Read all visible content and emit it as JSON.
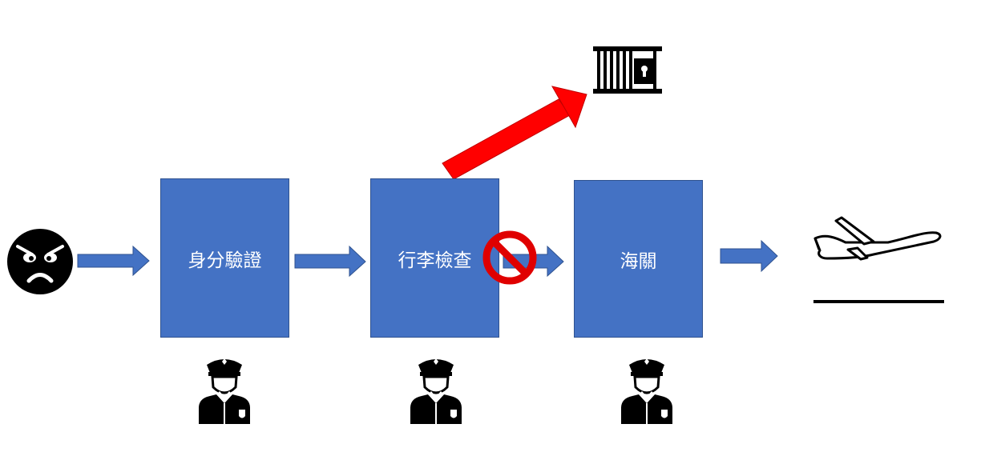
{
  "steps": [
    {
      "label": "身分驗證"
    },
    {
      "label": "行李檢查"
    },
    {
      "label": "海關"
    }
  ],
  "icons": {
    "traveler": "angry-face-icon",
    "officer": "police-officer-icon",
    "prohibited": "no-entry-icon",
    "jail": "jail-icon",
    "airplane": "airplane-takeoff-icon"
  },
  "colors": {
    "box_fill": "#4472c4",
    "flow_arrow": "#4472c4",
    "reject_arrow": "#ff0000",
    "prohibited": "#e00000",
    "ink": "#000000"
  }
}
